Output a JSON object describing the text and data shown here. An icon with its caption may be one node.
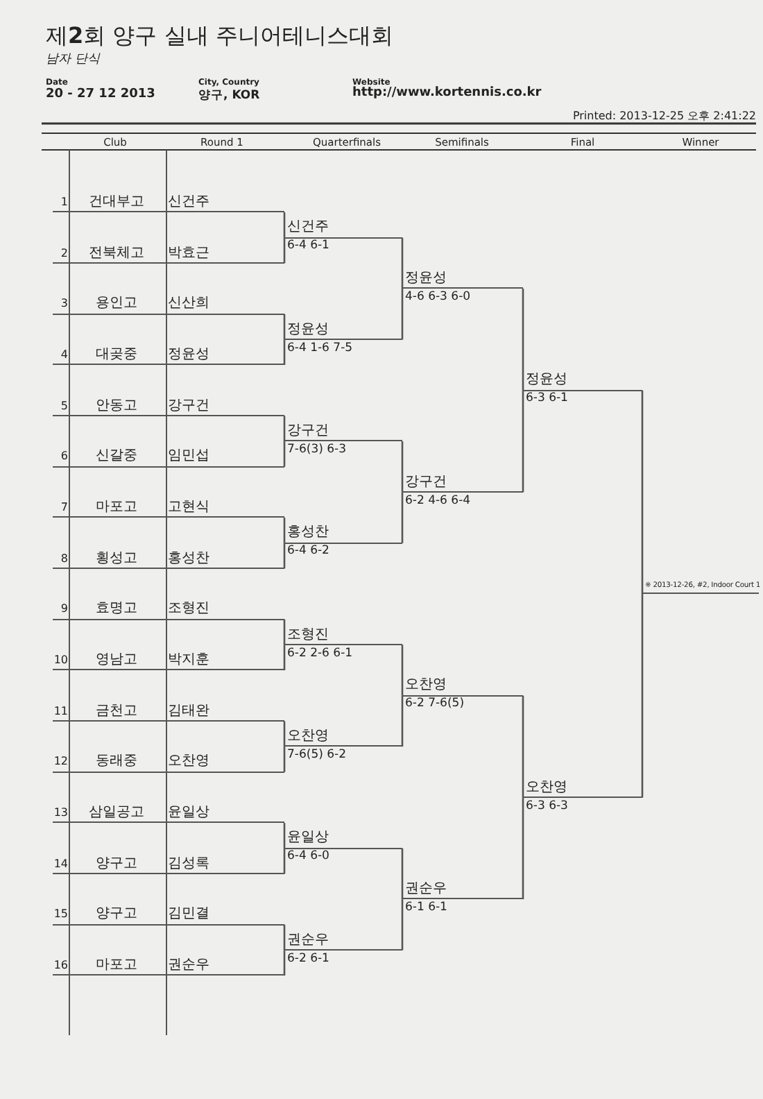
{
  "diagram": {
    "title": "제**2**회 양구 실내 주니어테니스대회",
    "nodes": [
      {
        "text": [
          "1",
          "건대부고",
          "신건주"
        ]
      },
      {
        "text": [
          "2",
          "전북체고",
          "박효근"
        ]
      },
      {
        "text": [
          "3",
          "용인고",
          "신산희"
        ]
      },
      {
        "text": [
          "4",
          "대곶중",
          "정윤성"
        ]
      },
      {
        "text": [
          "5",
          "안동고",
          "강구건"
        ]
      },
      {
        "text": [
          "6",
          "신갈중",
          "임민섭"
        ]
      },
      {
        "text": [
          "7",
          "마포고",
          "고현식"
        ]
      },
      {
        "text": [
          "8",
          "횡성고",
          "홍성찬"
        ]
      },
      {
        "text": [
          "9",
          "효명고",
          "조형진"
        ]
      },
      {
        "text": [
          "10",
          "영남고",
          "박지훈"
        ]
      },
      {
        "text": [
          "11",
          "금천고",
          "김태완"
        ]
      },
      {
        "text": [
          "12",
          "동래중",
          "오찬영"
        ]
      },
      {
        "text": [
          "13",
          "삼일공고",
          "윤일상"
        ]
      },
      {
        "text": [
          "14",
          "양구고",
          "김성록"
        ]
      },
      {
        "text": [
          "15",
          "양구고",
          "김민결"
        ]
      },
      {
        "text": [
          "16",
          "마포고",
          "권순우"
        ]
      },
      {
        "text": [
          "신건주",
          "6-4 6-1"
        ]
      },
      {
        "text": [
          "정윤성",
          "6-4 1-6 7-5"
        ]
      },
      {
        "text": [
          "강구건",
          "7-6(3) 6-3"
        ]
      },
      {
        "text": [
          "홍성찬",
          "6-4 6-2"
        ]
      },
      {
        "text": [
          "조형진",
          "6-2 2-6 6-1"
        ]
      },
      {
        "text": [
          "오찬영",
          "7-6(5) 6-2"
        ]
      },
      {
        "text": [
          "윤일상",
          "6-4 6-0"
        ]
      },
      {
        "text": [
          "권순우",
          "6-2 6-1"
        ]
      },
      {
        "text": [
          "정윤성",
          "4-6 6-3 6-0"
        ]
      },
      {
        "text": [
          "강구건",
          "6-2 4-6 6-4"
        ]
      },
      {
        "text": [
          "오찬영",
          "6-2 7-6(5)"
        ]
      },
      {
        "text": [
          "권순우",
          "6-1 6-1"
        ]
      },
      {
        "text": [
          "정윤성",
          "6-3 6-1"
        ]
      },
      {
        "text": [
          "오찬영",
          "6-3 6-3"
        ]
      },
      {
        "text": [
          "※ 2013-12-26, #2, Indoor Court 1"
        ]
      }
    ],
    "edges": [
      {
        "from": 0,
        "to": 16,
        "arrow": "none"
      },
      {
        "from": 1,
        "to": 16,
        "arrow": "none"
      },
      {
        "from": 2,
        "to": 17,
        "arrow": "none"
      },
      {
        "from": 3,
        "to": 17,
        "arrow": "none"
      },
      {
        "from": 4,
        "to": 18,
        "arrow": "none"
      },
      {
        "from": 5,
        "to": 18,
        "arrow": "none"
      },
      {
        "from": 6,
        "to": 19,
        "arrow": "none"
      },
      {
        "from": 7,
        "to": 19,
        "arrow": "none"
      },
      {
        "from": 8,
        "to": 20,
        "arrow": "none"
      },
      {
        "from": 9,
        "to": 20,
        "arrow": "none"
      },
      {
        "from": 10,
        "to": 21,
        "arrow": "none"
      },
      {
        "from": 11,
        "to": 21,
        "arrow": "none"
      },
      {
        "from": 12,
        "to": 22,
        "arrow": "none"
      },
      {
        "from": 13,
        "to": 22,
        "arrow": "none"
      },
      {
        "from": 14,
        "to": 23,
        "arrow": "none"
      },
      {
        "from": 15,
        "to": 23,
        "arrow": "none"
      },
      {
        "from": 16,
        "to": 24,
        "arrow": "none"
      },
      {
        "from": 17,
        "to": 24,
        "arrow": "none"
      },
      {
        "from": 18,
        "to": 25,
        "arrow": "none"
      },
      {
        "from": 19,
        "to": 25,
        "arrow": "none"
      },
      {
        "from": 20,
        "to": 26,
        "arrow": "none"
      },
      {
        "from": 21,
        "to": 26,
        "arrow": "none"
      },
      {
        "from": 22,
        "to": 27,
        "arrow": "none"
      },
      {
        "from": 23,
        "to": 27,
        "arrow": "none"
      },
      {
        "from": 24,
        "to": 28,
        "arrow": "none"
      },
      {
        "from": 25,
        "to": 28,
        "arrow": "none"
      },
      {
        "from": 26,
        "to": 29,
        "arrow": "none"
      },
      {
        "from": 27,
        "to": 29,
        "arrow": "none"
      },
      {
        "from": 28,
        "to": 30,
        "arrow": "none"
      },
      {
        "from": 29,
        "to": 30,
        "arrow": "none"
      }
    ],
    "labels": [
      "남자 단식",
      "Date",
      "20 - 27 12 2013",
      "City, Country",
      "양구, KOR",
      "Website",
      "http://www.kortennis.co.kr",
      "Printed: 2013-12-25 오후 2:41:22",
      "Club",
      "Round 1",
      "Quarterfinals",
      "Semifinals",
      "Final",
      "Winner"
    ]
  }
}
